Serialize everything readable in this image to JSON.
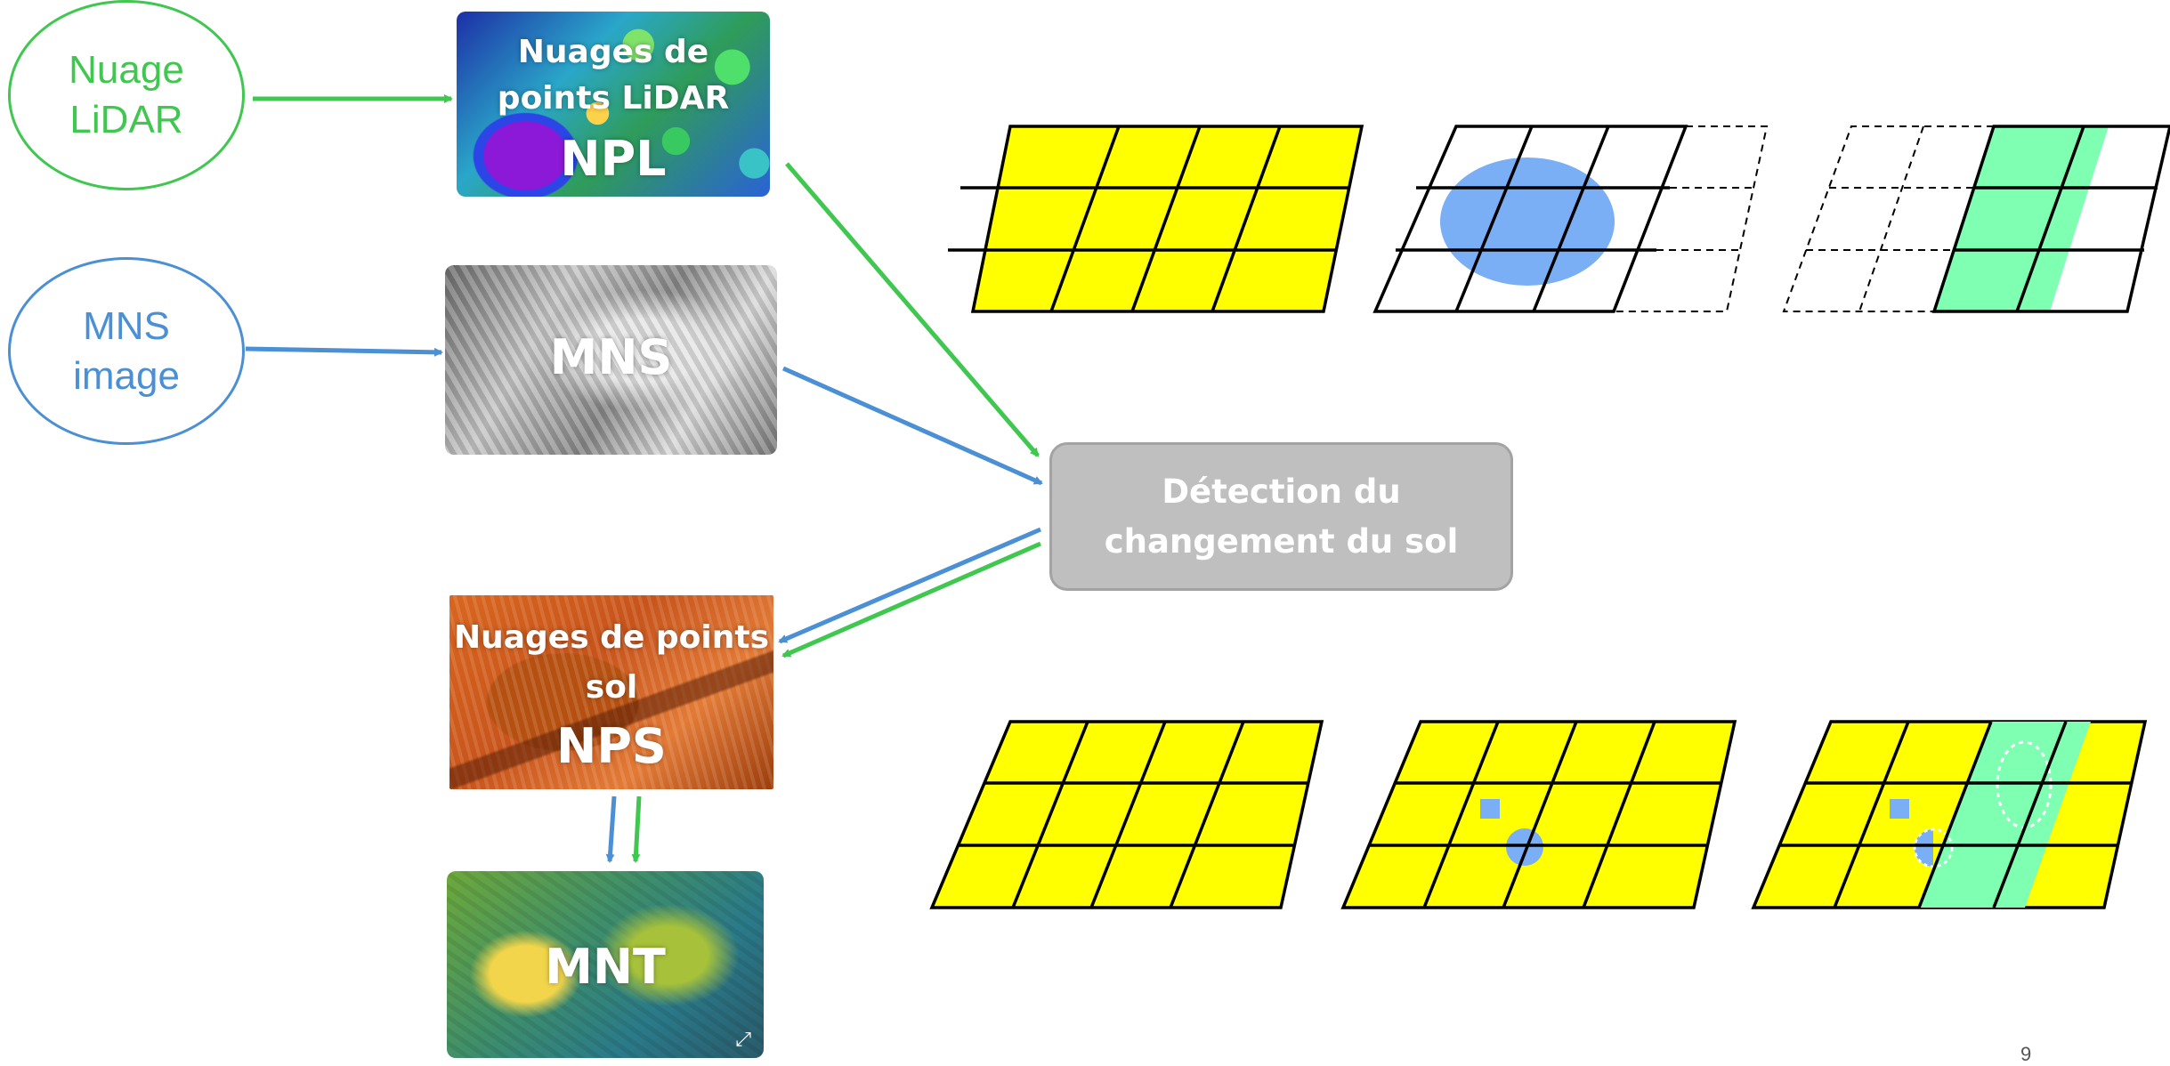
{
  "inputs": {
    "lidar": {
      "line1": "Nuage",
      "line2": "LiDAR",
      "color": "#3fc74f"
    },
    "mns_image": {
      "line1": "MNS",
      "line2": "image",
      "color": "#4b8fd4"
    }
  },
  "tiles": {
    "npl": {
      "line1": "Nuages de",
      "line2": "points LiDAR",
      "abbr": "NPL"
    },
    "mns": {
      "abbr": "MNS"
    },
    "nps": {
      "line1": "Nuages de points",
      "line2": "sol",
      "abbr": "NPS"
    },
    "mnt": {
      "abbr": "MNT"
    }
  },
  "process": {
    "line1": "Détection du",
    "line2": "changement du sol"
  },
  "colors": {
    "grid_fill": "#ffff00",
    "change_fill": "#7fffb2",
    "water_fill": "#7aaef5",
    "outline": "#000000",
    "process_box": "#bfbfbf"
  },
  "page_number": "9"
}
